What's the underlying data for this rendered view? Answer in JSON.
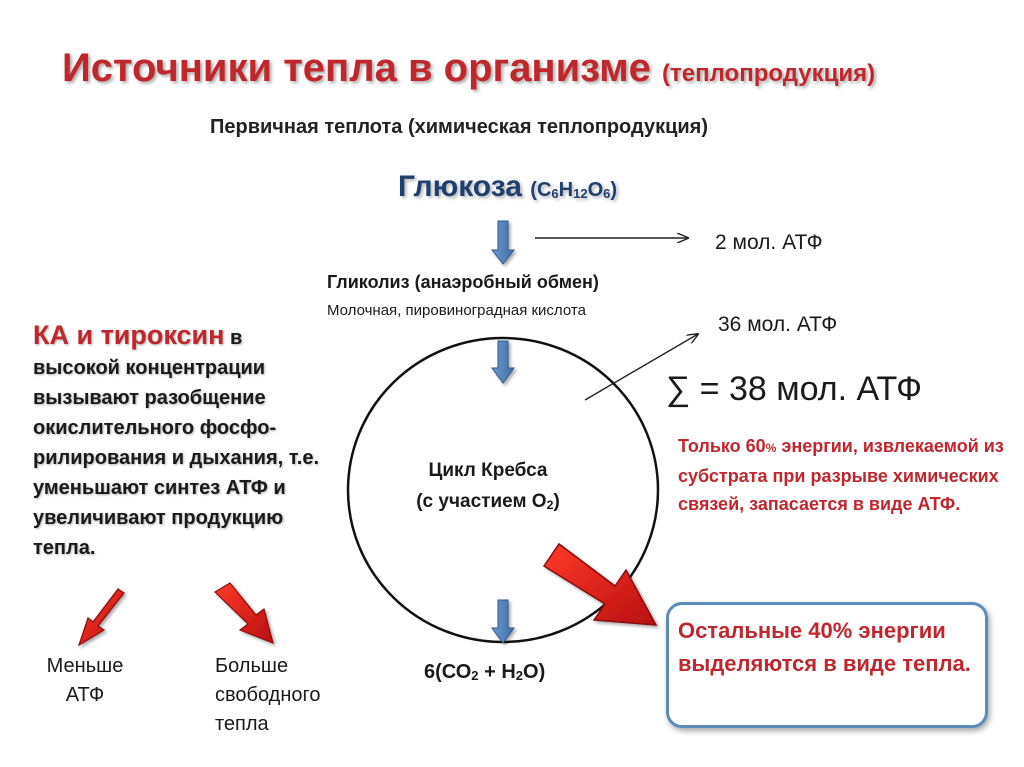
{
  "title": {
    "main": "Источники тепла в организме",
    "paren": "(теплопродукция)"
  },
  "subtitle": "Первичная теплота (химическая теплопродукция)",
  "glucose": {
    "name": "Глюкоза",
    "formula_open": "(С",
    "c_sub": "6",
    "h": "Н",
    "h_sub": "12",
    "o": "О",
    "o_sub": "6",
    "formula_close": ")"
  },
  "atp_2": "2 мол. АТФ",
  "atp_36": "36 мол. АТФ",
  "atp_sum": "∑ = 38 мол. АТФ",
  "glycolysis": {
    "title": "Гликолиз (анаэробный обмен)",
    "subtitle": "Молочная, пировиноградная кислота"
  },
  "ka_block": {
    "head": "КА и тироксин",
    "text": " в высокой концентрации вызывают разобщение окислительного фосфо-рилирования и дыхания, т.е. уменьшают синтез АТФ и увеличивают продукцию тепла."
  },
  "krebs": {
    "line1": "Цикл Кребса",
    "line2_prefix": "(с участием О",
    "line2_sub": "2",
    "line2_suffix": ")"
  },
  "red_note": {
    "part1": "Только  60",
    "percent": "%",
    "part2": " энергии, извлекаемой из субстрата при разрыве химических связей, запасается в виде АТФ."
  },
  "box_text": "Остальные 40% энергии выделяются в виде тепла.",
  "less_atp": "Меньше АТФ",
  "more_heat": "Больше свободного тепла",
  "products": {
    "prefix": "6(СО",
    "co_sub": "2",
    "middle": " + Н",
    "h_sub": "2",
    "suffix": "О)"
  },
  "colors": {
    "title_red": "#c0272d",
    "glucose_blue": "#1f3f6e",
    "arrow_blue": "#4f7fb5",
    "arrow_red": "#d81e1e",
    "box_border": "#5b8db8"
  }
}
